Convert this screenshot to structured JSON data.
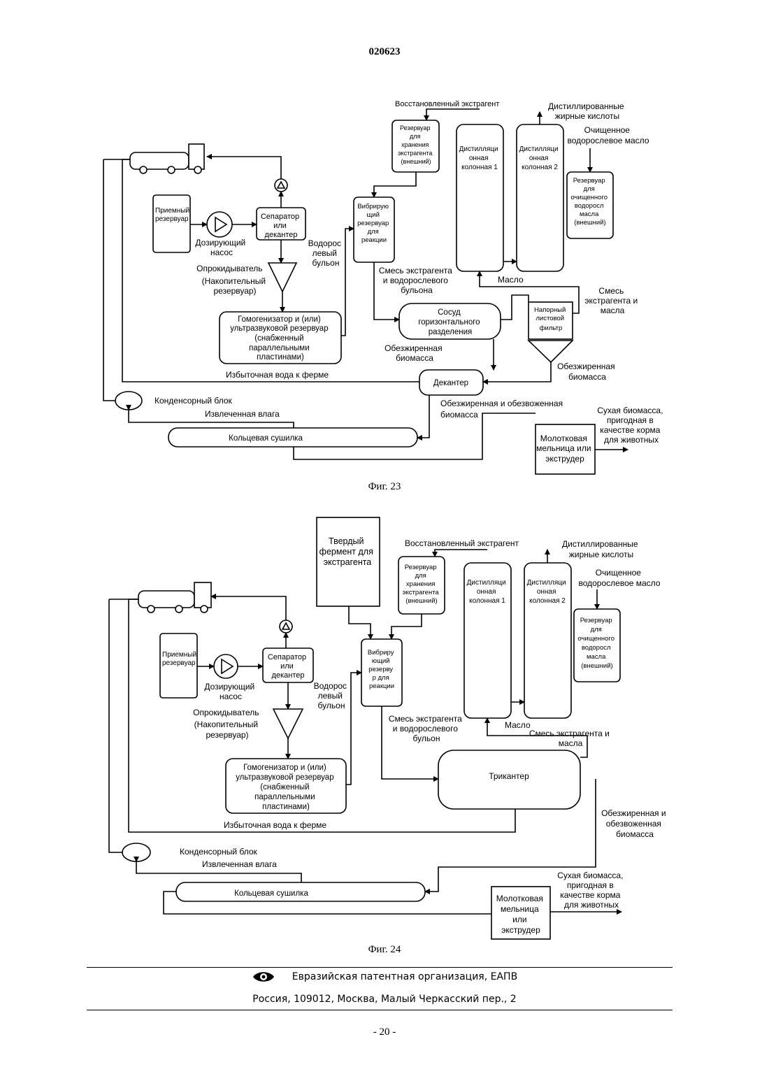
{
  "document_number": "020623",
  "fig23": {
    "caption": "Фиг. 23",
    "labels": {
      "receiving_tank": [
        "Приемный",
        "резервуар"
      ],
      "dosing_pump": [
        "Дозирующий",
        "насос"
      ],
      "separator": [
        "Сепаратор",
        "или",
        "декантер"
      ],
      "tipper": [
        "Опрокидыватель",
        "(Накопительный",
        "резервуар)"
      ],
      "homogenizer": [
        "Гомогенизатор и (или)",
        "ультразвуковой резервуар",
        "(снабженный",
        "параллельными",
        "пластинами)"
      ],
      "algal_broth": [
        "Водорос",
        "левый",
        "бульон"
      ],
      "recovered_extractant": "Восстановленный экстрагент",
      "extractant_storage": [
        "Резервуар",
        "для",
        "хранения",
        "экстрагента",
        "(внешний)"
      ],
      "vibrating_reactor": [
        "Вибрирую",
        "щий",
        "резервуар",
        "для",
        "реакции"
      ],
      "distillation_column_1": [
        "Дистилляци",
        "онная",
        "колонная 1"
      ],
      "distillation_column_2": [
        "Дистилляци",
        "онная",
        "колонная 2"
      ],
      "distilled_fatty_acids": [
        "Дистиллированные",
        "жирные кислоты"
      ],
      "purified_algal_oil": [
        "Очищенное",
        "водорослевое масло"
      ],
      "purified_oil_tank": [
        "Резервуар",
        "для",
        "очищенного",
        "водоросл",
        "масла",
        "(внешний)"
      ],
      "extractant_broth_mix": [
        "Смесь экстрагента",
        "и водорослевого",
        "бульона"
      ],
      "oil": "Масло",
      "extractant_oil_mix": [
        "Смесь",
        "экстрагента и",
        "масла"
      ],
      "horizontal_separation_vessel": [
        "Сосуд",
        "горизонтального",
        "разделения"
      ],
      "pressure_leaf_filter": [
        "Напорный",
        "листовой",
        "фильтр"
      ],
      "defatted_biomass_1": [
        "Обезжиренная",
        "биомасса"
      ],
      "defatted_biomass_2": [
        "Обезжиренная",
        "биомасса"
      ],
      "excess_water": "Избыточная вода к ферме",
      "decanter": "Декантер",
      "condenser": "Конденсорный блок",
      "extracted_moisture": "Извлеченная влага",
      "defatted_dewatered": [
        "Обезжиренная и обезвоженная",
        "биомасса"
      ],
      "ring_dryer": "Кольцевая сушилка",
      "hammer_mill": [
        "Молотковая",
        "мельница или",
        "экструдер"
      ],
      "dry_biomass": [
        "Сухая биомасса,",
        "пригодная в",
        "качестве корма",
        "для животных"
      ]
    }
  },
  "fig24": {
    "caption": "Фиг. 24",
    "labels": {
      "solid_enzyme": [
        "Твердый",
        "фермент для",
        "экстрагента"
      ],
      "recovered_extractant": "Восстановленный экстрагент",
      "extractant_storage": [
        "Резервуар",
        "для",
        "хранения",
        "экстрагента",
        "(внешний)"
      ],
      "distillation_column_1": [
        "Дистилляци",
        "онная",
        "колонная 1"
      ],
      "distillation_column_2": [
        "Дистилляци",
        "онная",
        "колонная 2"
      ],
      "distilled_fatty_acids": [
        "Дистиллированные",
        "жирные кислоты"
      ],
      "purified_algal_oil": [
        "Очищенное",
        "водорослевое масло"
      ],
      "purified_oil_tank": [
        "Резервуар",
        "для",
        "очищенного",
        "водоросл",
        "масла",
        "(внешний)"
      ],
      "receiving_tank": [
        "Приемный",
        "резервуар"
      ],
      "dosing_pump": [
        "Дозирующий",
        "насос"
      ],
      "separator": [
        "Сепаратор",
        "или",
        "декантер"
      ],
      "vibrating_reactor": [
        "Вибриру",
        "ющий",
        "резерву",
        "р для",
        "реакции"
      ],
      "algal_broth": [
        "Водорос",
        "левый",
        "бульон"
      ],
      "tipper": [
        "Опрокидыватель",
        "(Накопительный",
        "резервуар)"
      ],
      "extractant_broth_mix": [
        "Смесь экстрагента",
        "и водорослевого",
        "бульон"
      ],
      "oil": "Масло",
      "extractant_oil_mix": [
        "Смесь экстрагента и",
        "масла"
      ],
      "homogenizer": [
        "Гомогенизатор и (или)",
        "ультразвуковой резервуар",
        "(снабженный",
        "параллельными",
        "пластинами)"
      ],
      "tricanter": "Трикантер",
      "excess_water": "Избыточная вода к ферме",
      "defatted_dewatered": [
        "Обезжиренная и",
        "обезвоженная",
        "биомасса"
      ],
      "condenser": "Конденсорный блок",
      "extracted_moisture": "Извлеченная влага",
      "ring_dryer": "Кольцевая сушилка",
      "dry_biomass": [
        "Сухая биомасса,",
        "пригодная в",
        "качестве корма",
        "для животных"
      ],
      "hammer_mill": [
        "Молотковая",
        "мельница",
        "или",
        "экструдер"
      ]
    }
  },
  "footer": {
    "org": "Евразийская патентная организация, ЕАПВ",
    "address": "Россия, 109012, Москва, Малый Черкасский пер., 2"
  },
  "page_number": "- 20 -"
}
